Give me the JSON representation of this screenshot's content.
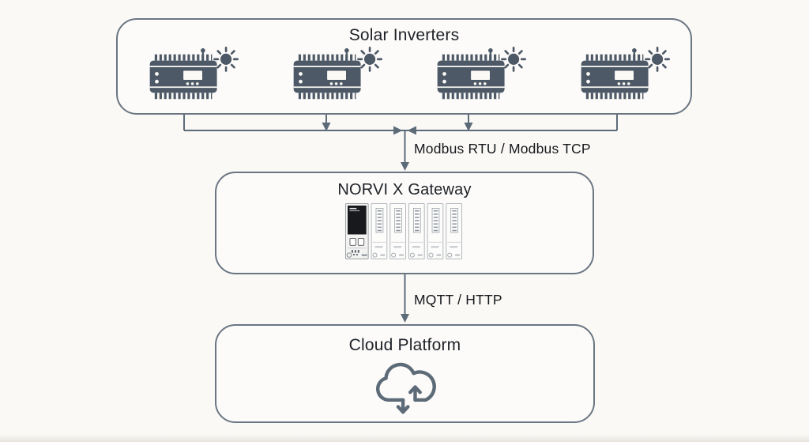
{
  "colors": {
    "background": "#faf9f6",
    "box_border": "#6b7683",
    "connector_line": "#5d6b79",
    "device_icon": "#4d5966",
    "text": "#20242a"
  },
  "nodes": {
    "solar": {
      "title": "Solar Inverters",
      "inverter_count": 4,
      "icons": [
        "solar-inverter-icon",
        "sun-icon"
      ]
    },
    "gateway": {
      "title": "NORVI X Gateway",
      "icon": "norvi-x-gateway-device-icon",
      "module_count": 6
    },
    "cloud": {
      "title": "Cloud Platform",
      "icon": "cloud-sync-icon"
    }
  },
  "connections": [
    {
      "from": "Solar Inverters",
      "to": "NORVI X Gateway",
      "label": "Modbus RTU / Modbus TCP",
      "style": "multi-drop bus merging to single down arrow"
    },
    {
      "from": "NORVI X Gateway",
      "to": "Cloud Platform",
      "label": "MQTT / HTTP",
      "style": "single down arrow"
    }
  ]
}
